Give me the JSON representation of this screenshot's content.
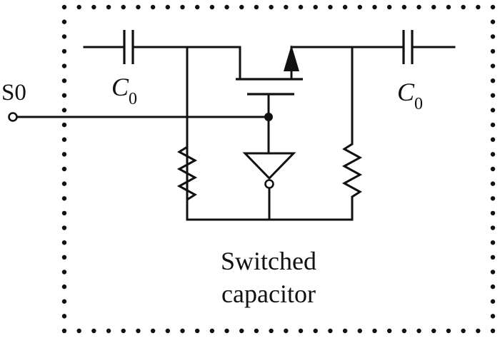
{
  "labels": {
    "input_terminal": "S0",
    "capacitor_left": {
      "symbol": "C",
      "subscript": "0"
    },
    "capacitor_right": {
      "symbol": "C",
      "subscript": "0"
    },
    "block_title_line1": "Switched",
    "block_title_line2": "capacitor"
  }
}
